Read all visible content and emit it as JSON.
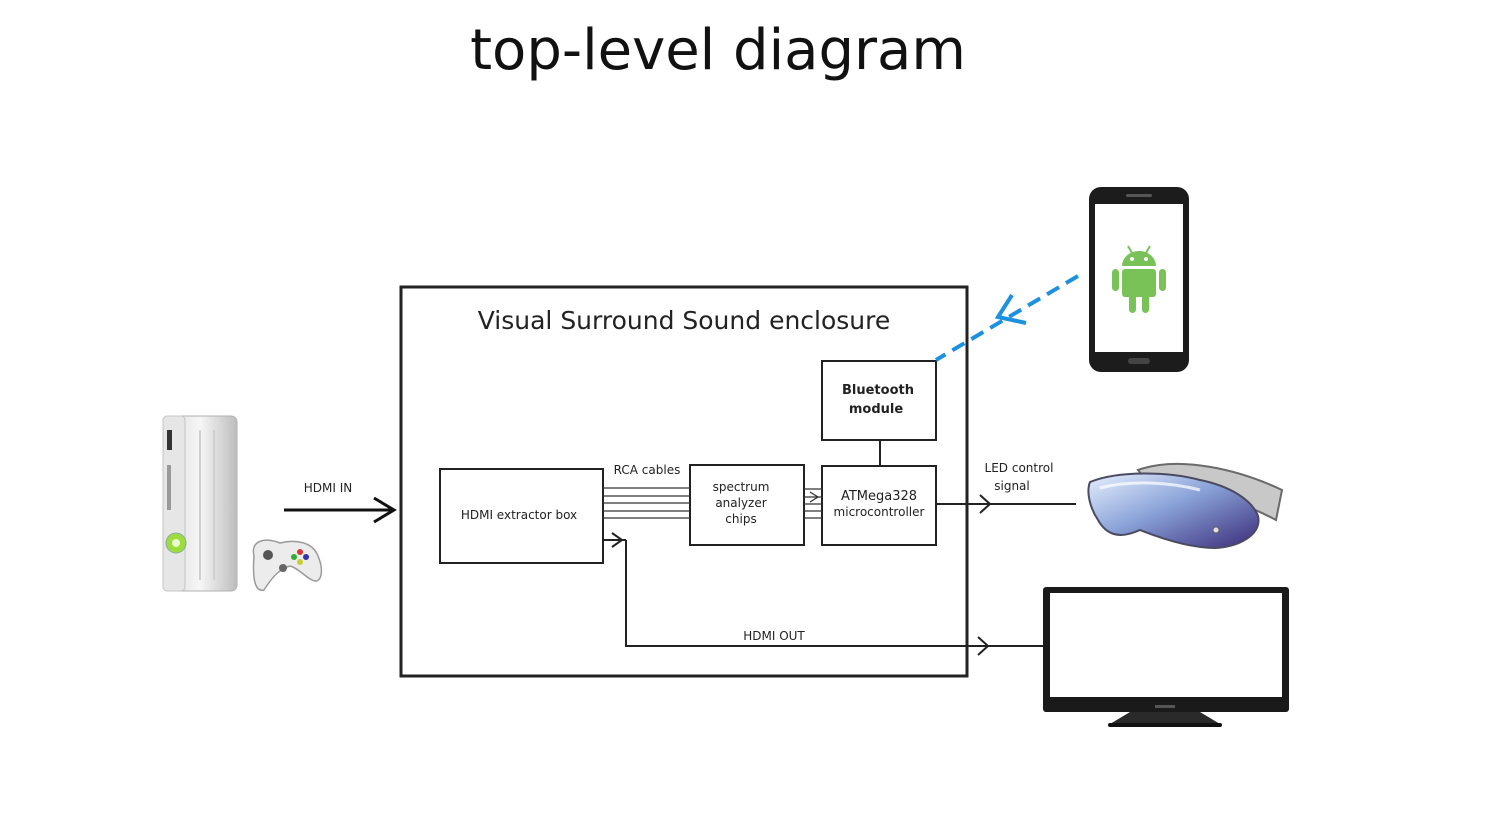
{
  "title": "top-level diagram",
  "enclosure": {
    "title": "Visual Surround Sound enclosure"
  },
  "blocks": {
    "hdmi_extractor": "HDMI extractor box",
    "spectrum_line1": "spectrum",
    "spectrum_line2": "analyzer",
    "spectrum_line3": "chips",
    "mcu_line1": "ATMega328",
    "mcu_line2": "microcontroller",
    "bt_line1": "Bluetooth",
    "bt_line2": "module"
  },
  "labels": {
    "hdmi_in": "HDMI IN",
    "rca_cables": "RCA cables",
    "led_line1": "LED control",
    "led_line2": "signal",
    "hdmi_out": "HDMI OUT"
  },
  "devices": [
    "xbox-console",
    "game-controller",
    "android-phone",
    "led-glasses",
    "tv-monitor"
  ],
  "colors": {
    "bluetooth_link": "#1e90e0",
    "android_green": "#78c257",
    "box_stroke": "#222222"
  }
}
